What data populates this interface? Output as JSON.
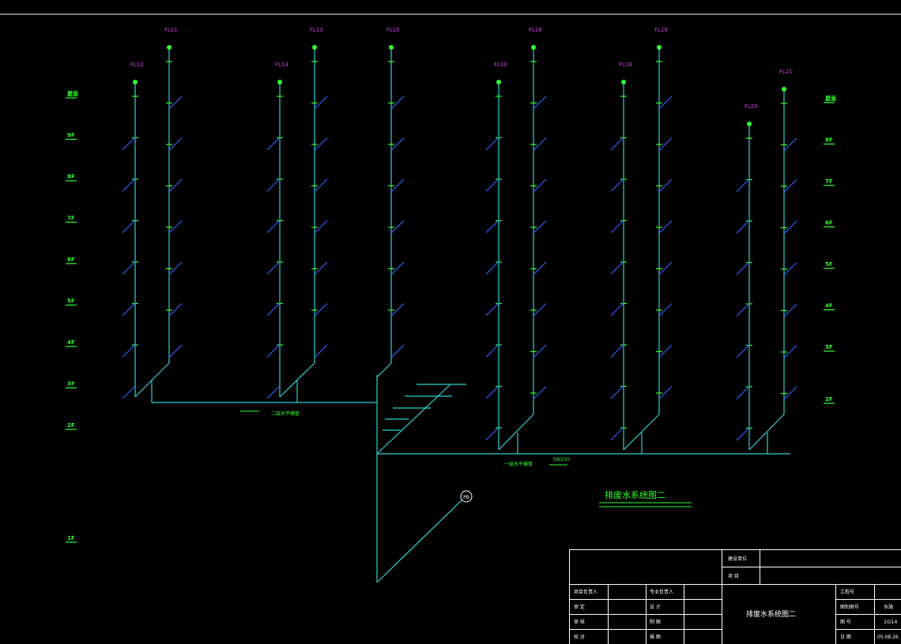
{
  "drawing": {
    "title": "排废水系统图二",
    "riser_labels": [
      "FL12",
      "FL11",
      "FL14",
      "FL13",
      "FL15",
      "FL16",
      "FL10",
      "FL18",
      "FL19",
      "FL20",
      "FL21"
    ],
    "floors_left": [
      "屋面",
      "9F",
      "8F",
      "7F",
      "6F",
      "5F",
      "4F",
      "3F",
      "2F",
      "1F"
    ],
    "floors_right": [
      "屋面",
      "8F",
      "7F",
      "6F",
      "5F",
      "4F",
      "3F",
      "2F"
    ],
    "notes": {
      "horizontal_pipe_2f": "二层水平横管",
      "horizontal_pipe_1f": "一层水平横管",
      "pipe_size": "DN150",
      "outlet_tag": "PB"
    }
  },
  "title_block": {
    "project_label": "建设单位",
    "item_label": "项 目",
    "rows_left": [
      "项目负责人",
      "审 定",
      "审 核",
      "校 对"
    ],
    "rows_mid": [
      "专业负责人",
      "设 计",
      "制 图",
      "描 图"
    ],
    "drawing_title": "排废水系统图二",
    "rows_right_labels": [
      "工程号",
      "图别图号",
      "图 号",
      "日 期"
    ],
    "rows_right_values": [
      "",
      "水施",
      "10/14",
      "05.08.26"
    ]
  },
  "colors": {
    "pipe": "#30d0d0",
    "branch": "#3060ff",
    "text": "#30ff30",
    "label": "#d040e0"
  }
}
